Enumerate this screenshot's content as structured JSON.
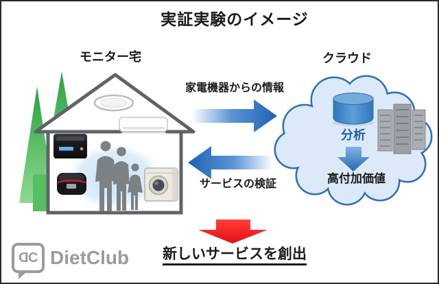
{
  "title": "実証実験のイメージ",
  "house": {
    "label": "モニター宅",
    "icons": {
      "trees": "tree-icon",
      "ceiling_light": "ceiling-light-icon",
      "air_conditioner": "air-conditioner-icon",
      "microwave": "microwave-oven-icon",
      "rice_cooker": "rice-cooker-icon",
      "washing_machine": "washing-machine-icon",
      "family": "family-silhouette-icon"
    }
  },
  "cloud": {
    "label": "クラウド",
    "analysis_label": "分析",
    "result_label": "高付加価値",
    "icons": {
      "database": "database-cylinder-icon",
      "servers": "server-rack-icon",
      "down_arrow": "down-arrow-icon"
    }
  },
  "flows": {
    "house_to_cloud": "家電機器からの情報",
    "cloud_to_house": "サービスの検証"
  },
  "outcome_label": "新しいサービスを創出",
  "logo": {
    "monogram_d": "D",
    "monogram_c": "C",
    "text": "DietClub"
  },
  "colors": {
    "arrow_blue_dark": "#1d62b4",
    "arrow_blue_light": "#f4f9ff",
    "cloud_fill": "#dce9f8",
    "cloud_stroke": "#2f6eb5",
    "analysis_text": "#1e5fa8",
    "arrow_red": "#ec1c24",
    "tree_green_top": "#29a23e",
    "tree_green_bottom": "#90d893",
    "house_outline": "#5f6368",
    "silhouette_gray": "#7c8186",
    "logo_gray": "#9b9b9b",
    "text_black": "#1a1a1a"
  }
}
